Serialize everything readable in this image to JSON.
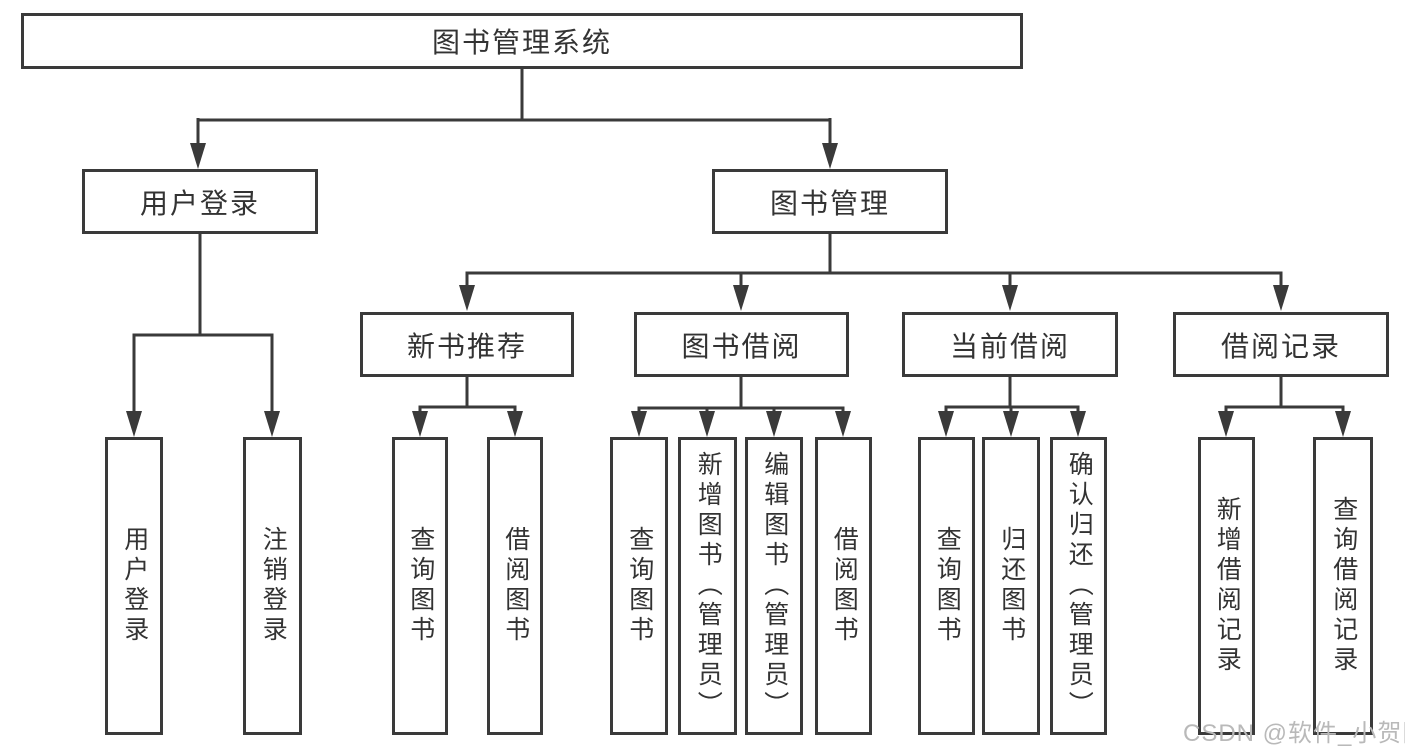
{
  "diagram": {
    "root": {
      "label": "图书管理系统"
    },
    "level2": [
      {
        "label": "用户登录"
      },
      {
        "label": "图书管理"
      }
    ],
    "level3": [
      {
        "label": "新书推荐"
      },
      {
        "label": "图书借阅"
      },
      {
        "label": "当前借阅"
      },
      {
        "label": "借阅记录"
      }
    ],
    "leaves": {
      "user_login": [
        {
          "label": "用户登录"
        },
        {
          "label": "注销登录"
        }
      ],
      "new_book": [
        {
          "label": "查询图书"
        },
        {
          "label": "借阅图书"
        }
      ],
      "book_borrow": [
        {
          "label": "查询图书"
        },
        {
          "label": "新增图书（管理员）"
        },
        {
          "label": "编辑图书（管理员）"
        },
        {
          "label": "借阅图书"
        }
      ],
      "current_borrow": [
        {
          "label": "查询图书"
        },
        {
          "label": "归还图书"
        },
        {
          "label": "确认归还（管理员）"
        }
      ],
      "borrow_record": [
        {
          "label": "新增借阅记录"
        },
        {
          "label": "查询借阅记录"
        }
      ]
    }
  },
  "watermark": {
    "text": "CSDN @软件_小贺同学"
  },
  "colors": {
    "line": "#3a3a3a",
    "text": "#333333",
    "watermark": "#b9b9b9",
    "background": "#ffffff"
  }
}
